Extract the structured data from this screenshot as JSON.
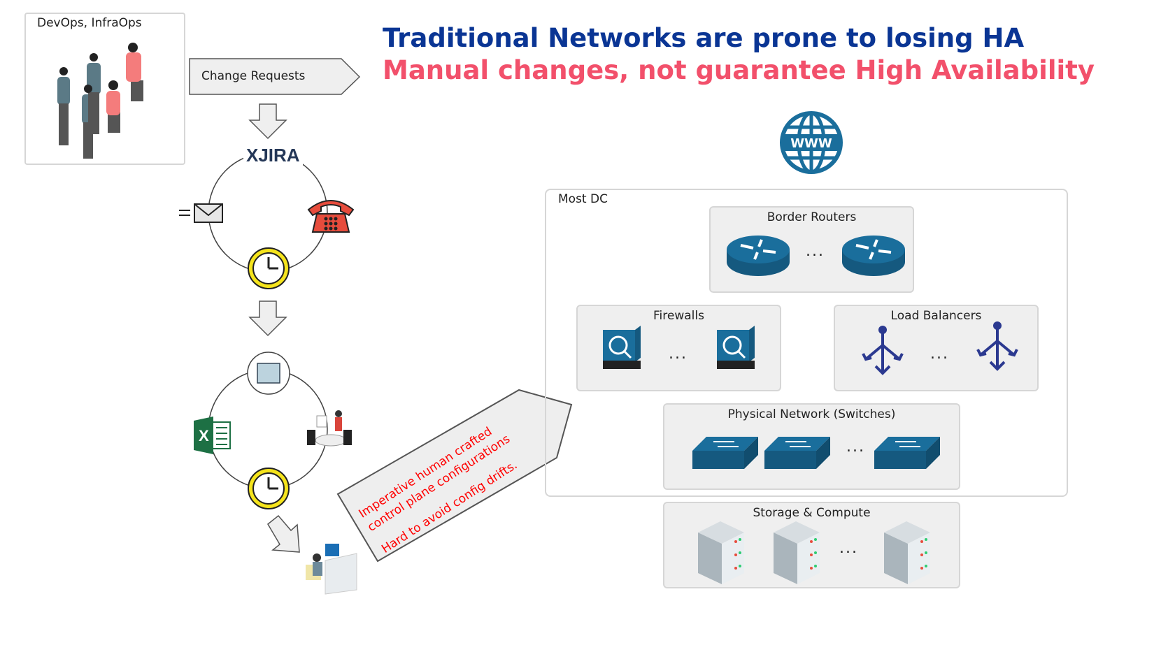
{
  "team_box": {
    "label": "DevOps, InfraOps"
  },
  "change_requests": {
    "label": "Change Requests"
  },
  "headline": {
    "line1": "Traditional Networks are prone to losing HA",
    "line2": "Manual changes, not guarantee High Availability"
  },
  "jira": {
    "label": "JIRA"
  },
  "callout": {
    "line1": "Imperative human crafted",
    "line2": "control plane configurations",
    "line3": "Hard to avoid config drifts."
  },
  "datacenter": {
    "label": "Most DC"
  },
  "groups": {
    "border_routers": "Border Routers",
    "firewalls": "Firewalls",
    "load_balancers": "Load Balancers",
    "switches": "Physical Network (Switches)",
    "storage": "Storage & Compute"
  },
  "ellipsis": "...",
  "colors": {
    "title_blue": "#0a3594",
    "title_red": "#f2506b",
    "device_blue": "#1a6e9c",
    "lb_navy": "#2b3990",
    "callout_red": "#ff0000"
  }
}
